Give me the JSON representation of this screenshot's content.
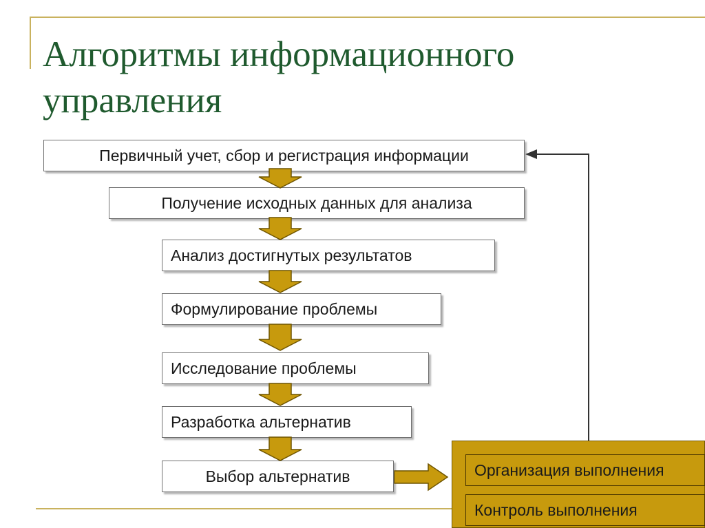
{
  "title_lines": [
    "Алгоритмы информационного",
    "управления"
  ],
  "steps": [
    "Первичный учет, сбор и регистрация информации",
    "Получение исходных данных для анализа",
    "Анализ достигнутых результатов",
    "Формулирование проблемы",
    "Исследование проблемы",
    "Разработка альтернатив",
    "Выбор альтернатив"
  ],
  "execution": [
    "Организация выполнения",
    "Контроль выполнения"
  ],
  "colors": {
    "title": "#1f5a2e",
    "arrow_fill": "#c79a0d",
    "arrow_stroke": "#6f5500",
    "panel": "#c79a0d",
    "rule": "#c9b25e"
  },
  "icons": {
    "step_connector": "down-arrow",
    "to_execution": "right-arrow",
    "feedback": "arrowhead-left"
  }
}
